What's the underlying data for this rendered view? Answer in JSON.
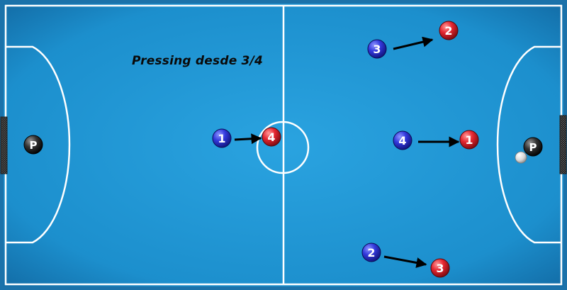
{
  "title": "Pressing desde 3/4",
  "colors": {
    "court": "#1f95d2",
    "court_dark": "#1578b3",
    "lines": "#ffffff",
    "team_blue": "#2f35d8",
    "team_red": "#e0202a",
    "keeper": "#2a2a2a",
    "ball": "#e8e8e8"
  },
  "players": [
    {
      "team": "blue",
      "number": "1"
    },
    {
      "team": "blue",
      "number": "2"
    },
    {
      "team": "blue",
      "number": "3"
    },
    {
      "team": "blue",
      "number": "4"
    },
    {
      "team": "red",
      "number": "1"
    },
    {
      "team": "red",
      "number": "2"
    },
    {
      "team": "red",
      "number": "3"
    },
    {
      "team": "red",
      "number": "4"
    },
    {
      "team": "keeper",
      "number": "P"
    },
    {
      "team": "keeper",
      "number": "P"
    }
  ]
}
